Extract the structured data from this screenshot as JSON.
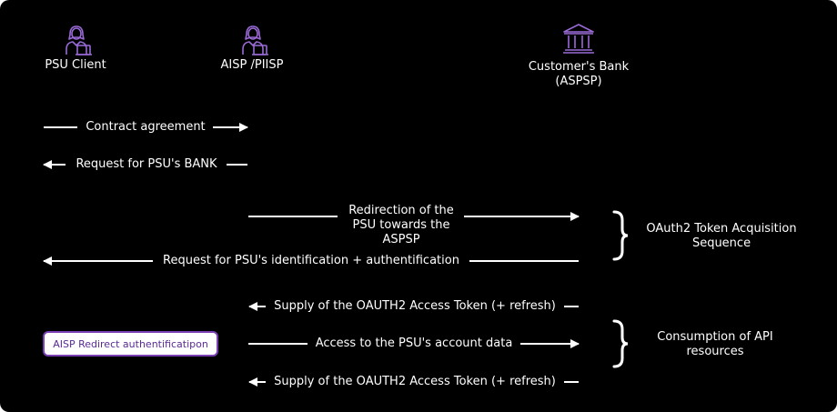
{
  "actors": {
    "psu_client": {
      "label": "PSU Client",
      "icon": "person-laptop-icon"
    },
    "aisp": {
      "label": "AISP /PIISP",
      "icon": "person-laptop-icon"
    },
    "bank": {
      "label": "Customer's  Bank\n(ASPSP)",
      "icon": "bank-building-icon"
    }
  },
  "flows": {
    "contract": "Contract agreement",
    "request_bank": "Request for PSU's BANK",
    "redirection": "Redirection of the PSU towards the ASPSP",
    "identification": "Request for PSU's identification + authentification",
    "supply_token_1": "Supply of the OAUTH2 Access Token (+ refresh)",
    "access_data": "Access to the PSU's account data",
    "supply_token_2": "Supply of the OAUTH2 Access Token (+ refresh)"
  },
  "groups": {
    "oauth": "OAuth2 Token Acquisition Sequence",
    "consumption": "Consumption of API resources"
  },
  "button": {
    "label": "AISP Redirect authentificatipon"
  },
  "colors": {
    "accent": "#7b3fb4",
    "icon": "#9a6ad6",
    "background": "#000000",
    "text": "#ffffff"
  }
}
